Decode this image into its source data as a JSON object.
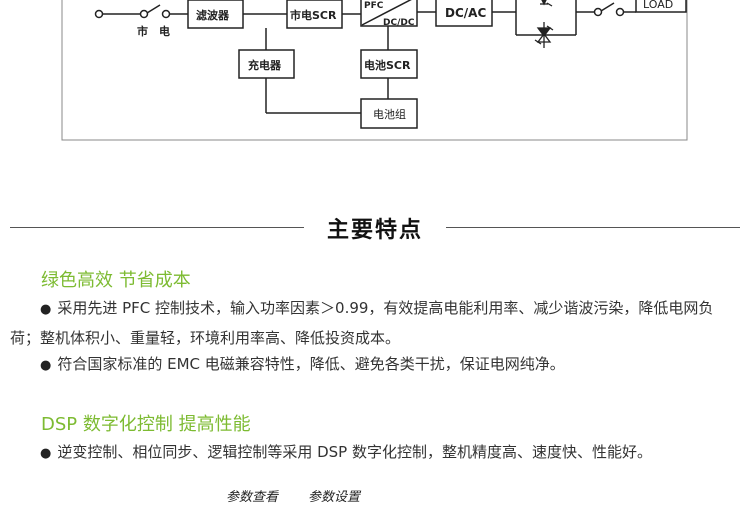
{
  "diagram": {
    "mains_label": "市　电",
    "filter": "滤波器",
    "mains_scr": "市电SCR",
    "pfc_top": "PFC",
    "pfc_bottom": "DC/DC",
    "dcac": "DC/AC",
    "load": "LOAD",
    "charger": "充电器",
    "battery_scr": "电池SCR",
    "battery_pack": "电池组"
  },
  "section": {
    "title": "主要特点"
  },
  "features": [
    {
      "title": "绿色高效 节省成本",
      "bullets": [
        "采用先进 PFC 控制技术，输入功率因素＞0.99，有效提高电能利用率、减少谐波污染，降低电网负荷；整机体积小、重量轻，环境利用率高、降低投资成本。",
        "符合国家标准的 EMC 电磁兼容特性，降低、避免各类干扰，保证电网纯净。"
      ]
    },
    {
      "title": "DSP 数字化控制 提高性能",
      "bullets": [
        "逆变控制、相位同步、逻辑控制等采用 DSP 数字化控制，整机精度高、速度快、性能好。"
      ]
    }
  ],
  "bottom_tabs": [
    "参数查看",
    "参数设置"
  ]
}
